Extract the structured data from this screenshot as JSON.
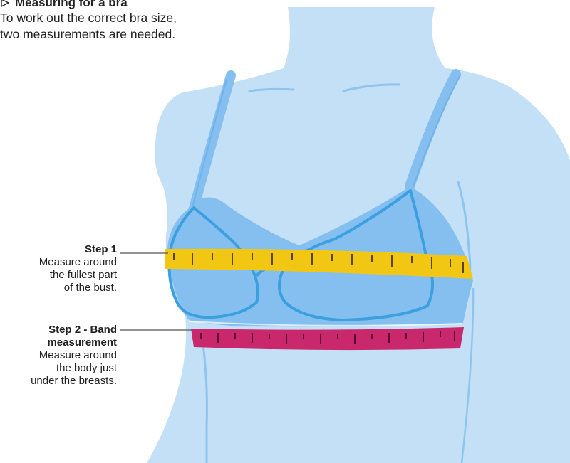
{
  "intro": {
    "title": "Measuring for a bra",
    "text_line1": "To work out the correct bra size,",
    "text_line2": "two measurements are needed."
  },
  "steps": [
    {
      "title": "Step 1",
      "lines": [
        "Measure around",
        "the fullest part",
        "of the bust."
      ]
    },
    {
      "title_line1": "Step 2 - Band",
      "title_line2": "measurement",
      "lines": [
        "Measure around",
        "the body just",
        "under the breasts."
      ]
    }
  ],
  "colors": {
    "skin": "#c4e0f7",
    "body_line": "#8dc5ee",
    "bra_fill": "#84bff0",
    "bra_outline": "#3b9fe0",
    "bust_tape": "#f2c713",
    "band_tape": "#c9286c",
    "text": "#222222",
    "leader": "#555555"
  },
  "icons": {
    "bullet": "triangle-outline-icon"
  }
}
